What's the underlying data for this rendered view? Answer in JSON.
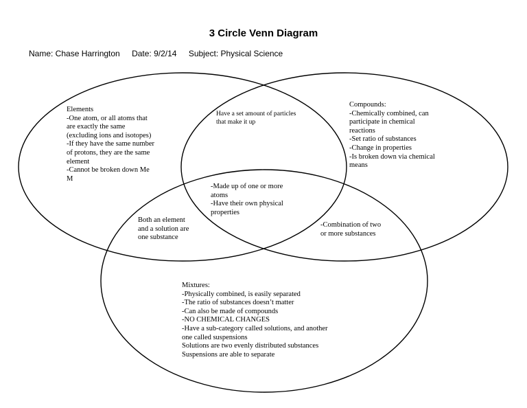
{
  "title": "3 Circle Venn Diagram",
  "header": {
    "name": "Name: Chase Harrington",
    "date": "Date: 9/2/14",
    "subject": "Subject: Physical Science"
  },
  "regions": {
    "elements": [
      "Elements",
      "-One atom, or all atoms that",
      "are exactly the same",
      "(excluding ions and isotopes)",
      "-If they have the same number",
      "of protons, they are the same",
      "element",
      "-Cannot be broken down Me",
      "M"
    ],
    "elements_compounds": [
      "Have a set amount of particles",
      "that make it up"
    ],
    "compounds": [
      "Compounds:",
      "-Chemically combined, can",
      "participate in chemical",
      "reactions",
      "-Set ratio of substances",
      "-Change in properties",
      "-Is broken down via chemical",
      "means"
    ],
    "center": [
      "-Made up of one or more",
      "atoms",
      "-Have their own physical",
      "properties"
    ],
    "elements_mixtures": [
      "Both an element",
      "and a solution are",
      "one substance"
    ],
    "compounds_mixtures": [
      "-Combination of two",
      "or more substances"
    ],
    "mixtures": [
      "Mixtures:",
      "-Physically combined, is easily separated",
      "-The ratio of substances doesn’t matter",
      "-Can also be made of compounds",
      "-NO CHEMICAL CHANGES",
      "-Have a sub-category called solutions, and another",
      "one called suspensions",
      "Solutions are two evenly distributed substances",
      "Suspensions are able to separate"
    ]
  }
}
